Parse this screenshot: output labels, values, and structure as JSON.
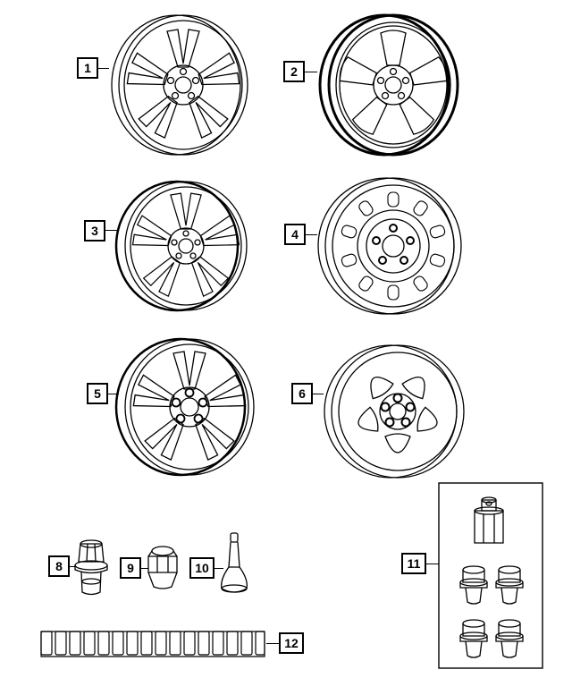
{
  "callouts": {
    "c1": "1",
    "c2": "2",
    "c3": "3",
    "c4": "4",
    "c5": "5",
    "c6": "6",
    "c8": "8",
    "c9": "9",
    "c10": "10",
    "c11": "11",
    "c12": "12"
  },
  "parts": [
    {
      "callout": "1",
      "part": "alloy-wheel-five-split-spoke"
    },
    {
      "callout": "2",
      "part": "alloy-wheel-five-spoke"
    },
    {
      "callout": "3",
      "part": "alloy-wheel-multi-spoke"
    },
    {
      "callout": "4",
      "part": "steel-wheel"
    },
    {
      "callout": "5",
      "part": "alloy-wheel-twin-spoke"
    },
    {
      "callout": "6",
      "part": "alloy-wheel-five-window"
    },
    {
      "callout": "8",
      "part": "wheel-lug-nut"
    },
    {
      "callout": "9",
      "part": "wheel-lug-nut-acorn"
    },
    {
      "callout": "10",
      "part": "tire-valve-stem"
    },
    {
      "callout": "11",
      "part": "wheel-lock-kit"
    },
    {
      "callout": "12",
      "part": "wheel-balance-weight-strip"
    }
  ]
}
